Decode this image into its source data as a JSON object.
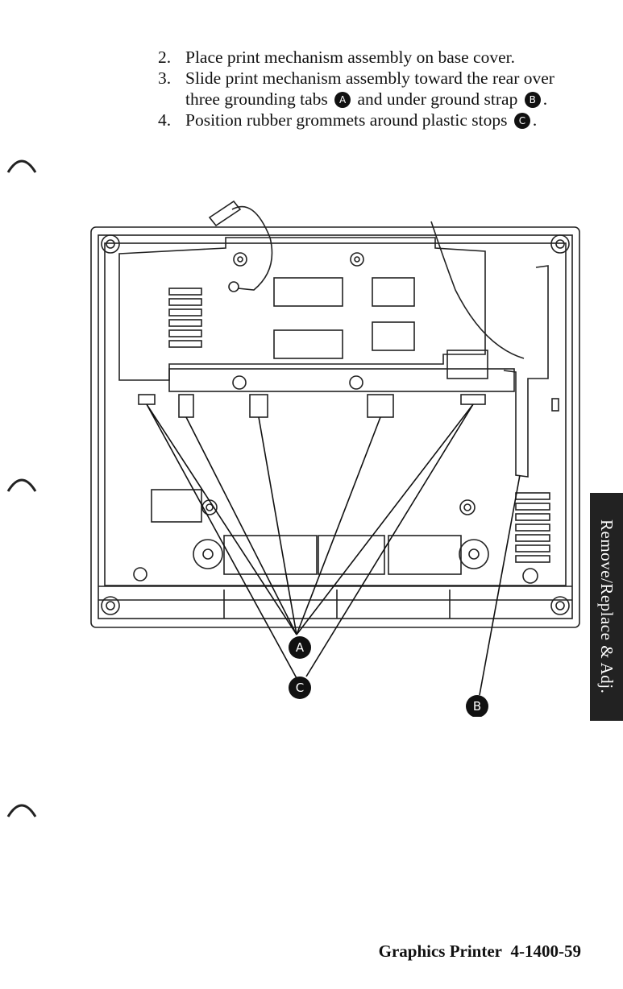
{
  "steps": [
    {
      "num": "2.",
      "text": "Place print mechanism assembly on base cover."
    },
    {
      "num": "3.",
      "text_a": "Slide print mechanism assembly toward the rear over three grounding tabs",
      "callout_a": "A",
      "text_b": "and under ground strap",
      "callout_b": "B",
      "text_c": "."
    },
    {
      "num": "4.",
      "text_a": "Position rubber grommets around plastic stops",
      "callout_a": "C",
      "text_b": "."
    }
  ],
  "diagram": {
    "callouts": {
      "a": "A",
      "b": "B",
      "c": "C"
    }
  },
  "side_tab": "Remove/Replace & Adj.",
  "footer": {
    "title": "Graphics Printer",
    "page": "4-1400-59"
  }
}
